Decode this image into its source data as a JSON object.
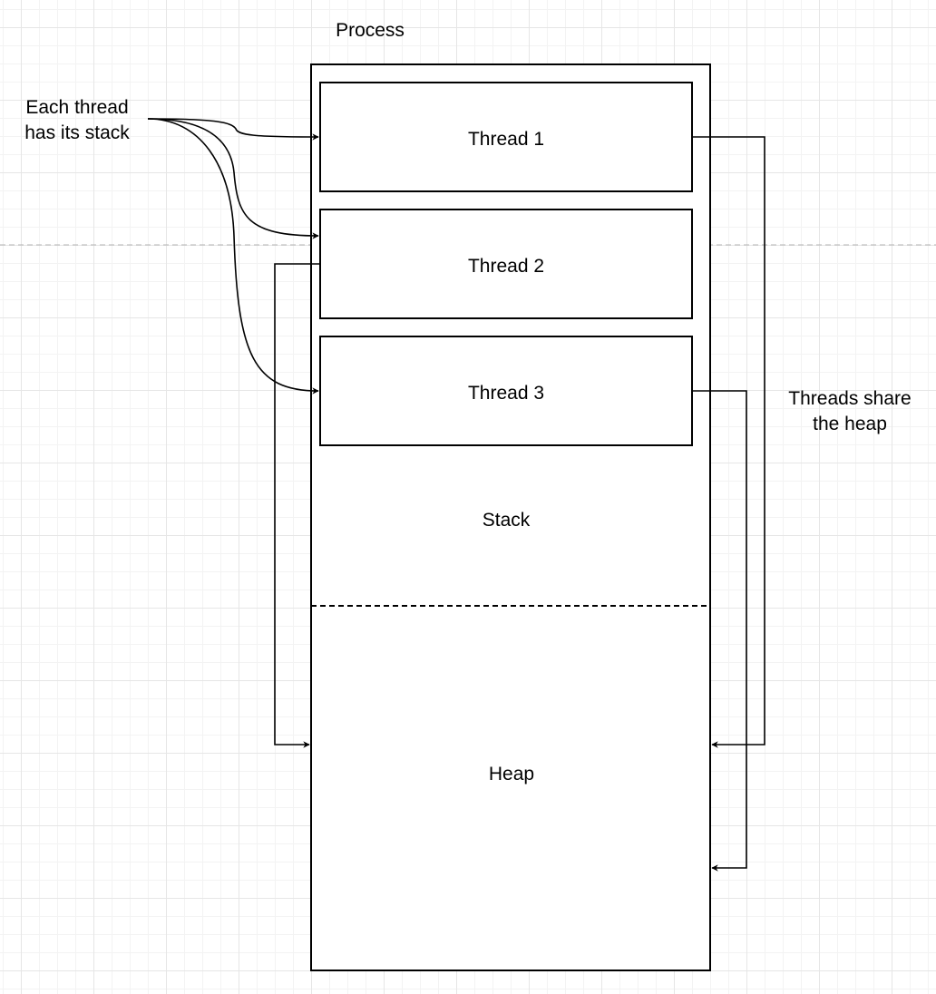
{
  "process": {
    "title": "Process",
    "threads": [
      "Thread 1",
      "Thread 2",
      "Thread 3"
    ],
    "stack_label": "Stack",
    "heap_label": "Heap"
  },
  "annotations": {
    "each_thread_line1": "Each thread",
    "each_thread_line2": "has its stack",
    "threads_share_line1": "Threads share",
    "threads_share_line2": "the heap"
  },
  "colors": {
    "stroke": "#000000",
    "page_divider": "#b3b3b3",
    "grid": "#e6e6e6"
  }
}
